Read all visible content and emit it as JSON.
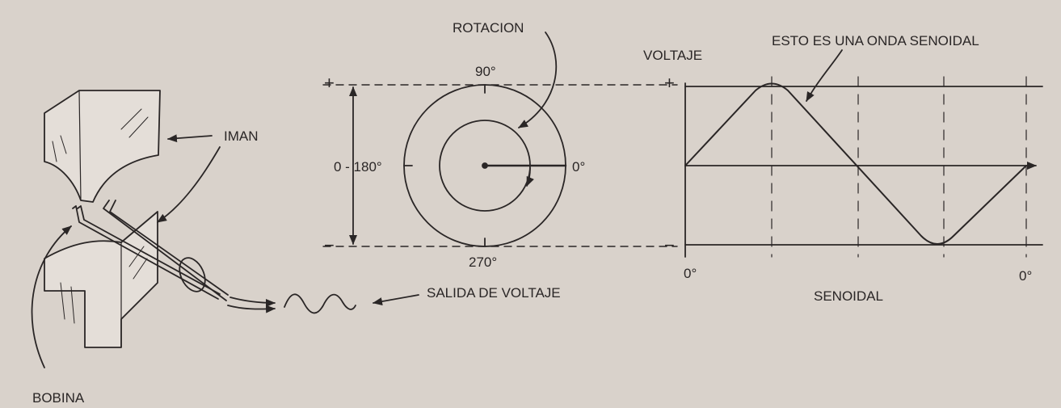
{
  "colors": {
    "background": "#d9d2cb",
    "ink": "#2a2626"
  },
  "generator": {
    "iman_label": "IMAN",
    "bobina_label": "BOBINA",
    "output_label": "SALIDA DE VOLTAJE"
  },
  "rotation": {
    "label": "ROTACION",
    "angle_top": "90°",
    "angle_right": "0°",
    "angle_left": "0 - 180°",
    "angle_bottom": "270°",
    "plus": "+",
    "minus": "−"
  },
  "sine": {
    "voltage_label": "VOLTAJE",
    "plus": "+",
    "minus": "−",
    "callout": "ESTO ES UNA ONDA SENOIDAL",
    "x_start": "0°",
    "x_end": "0°",
    "caption": "SENOIDAL"
  }
}
